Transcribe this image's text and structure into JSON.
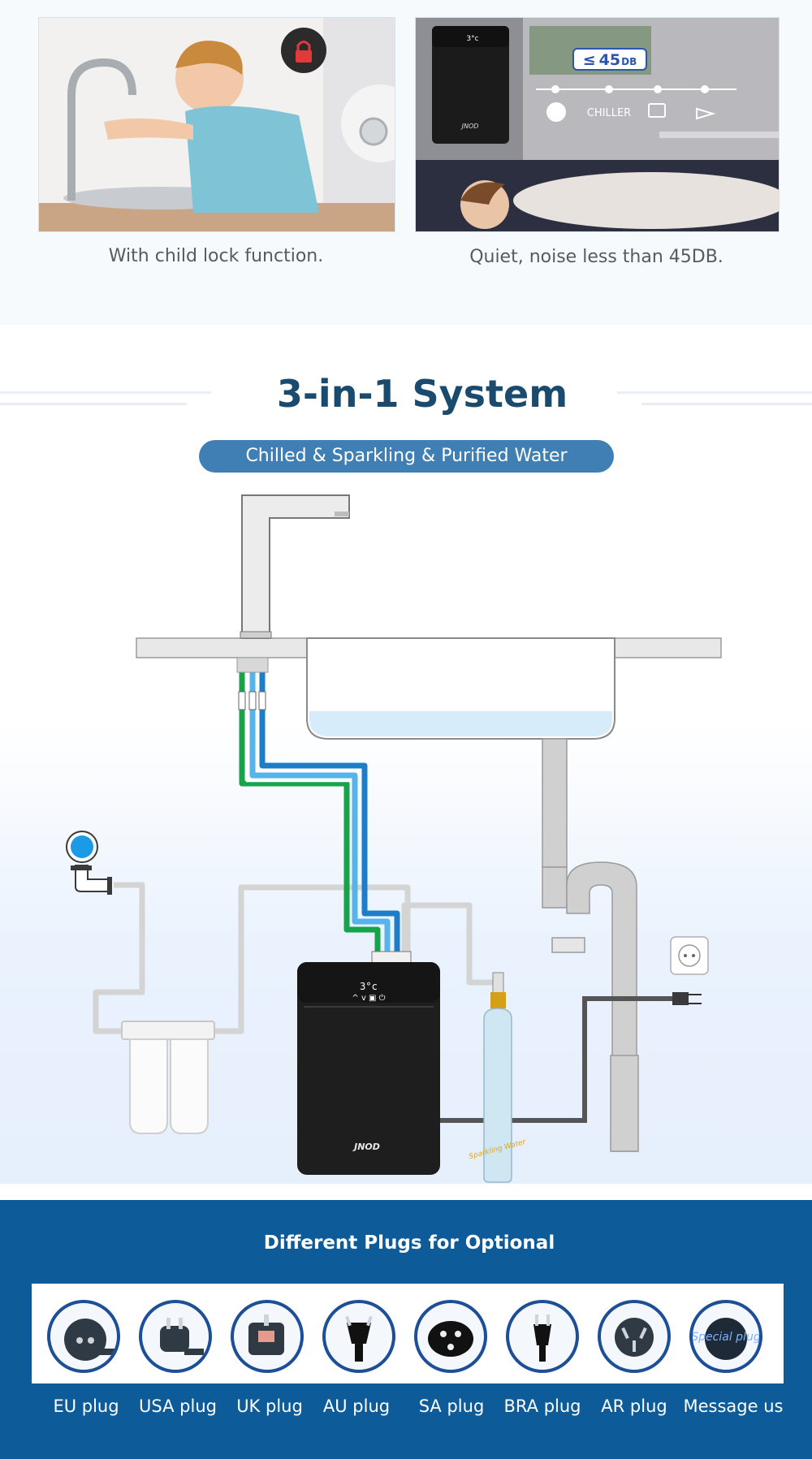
{
  "features": [
    {
      "caption": "With child lock function."
    },
    {
      "caption": "Quiet, noise less than 45DB."
    }
  ],
  "noise_badge": {
    "symbol": "≤",
    "value": "45",
    "unit": "DB"
  },
  "chiller_label": "CHILLER",
  "product_brand": "JNOD",
  "display_readout": "3°c",
  "system": {
    "title": "3-in-1 System",
    "subtitle": "Chilled & Sparkling & Purified Water"
  },
  "co2_bottle_text": "Sparkling Water",
  "special_plug_text": "Special plug",
  "plugs": {
    "title": "Different Plugs for Optional",
    "items": [
      {
        "label": "EU plug",
        "icon": "eu-plug-icon"
      },
      {
        "label": "USA plug",
        "icon": "usa-plug-icon"
      },
      {
        "label": "UK plug",
        "icon": "uk-plug-icon"
      },
      {
        "label": "AU plug",
        "icon": "au-plug-icon"
      },
      {
        "label": "SA plug",
        "icon": "sa-plug-icon"
      },
      {
        "label": "BRA plug",
        "icon": "bra-plug-icon"
      },
      {
        "label": "AR plug",
        "icon": "ar-plug-icon"
      },
      {
        "label": "Message us",
        "icon": "special-plug-icon"
      }
    ]
  },
  "colors": {
    "title": "#1a4a6e",
    "pill": "#3f7fb3",
    "plug_band": "#0e5b99",
    "pipe_green": "#17a34a",
    "pipe_light_blue": "#43a6e6",
    "pipe_blue": "#1d7ec7"
  }
}
